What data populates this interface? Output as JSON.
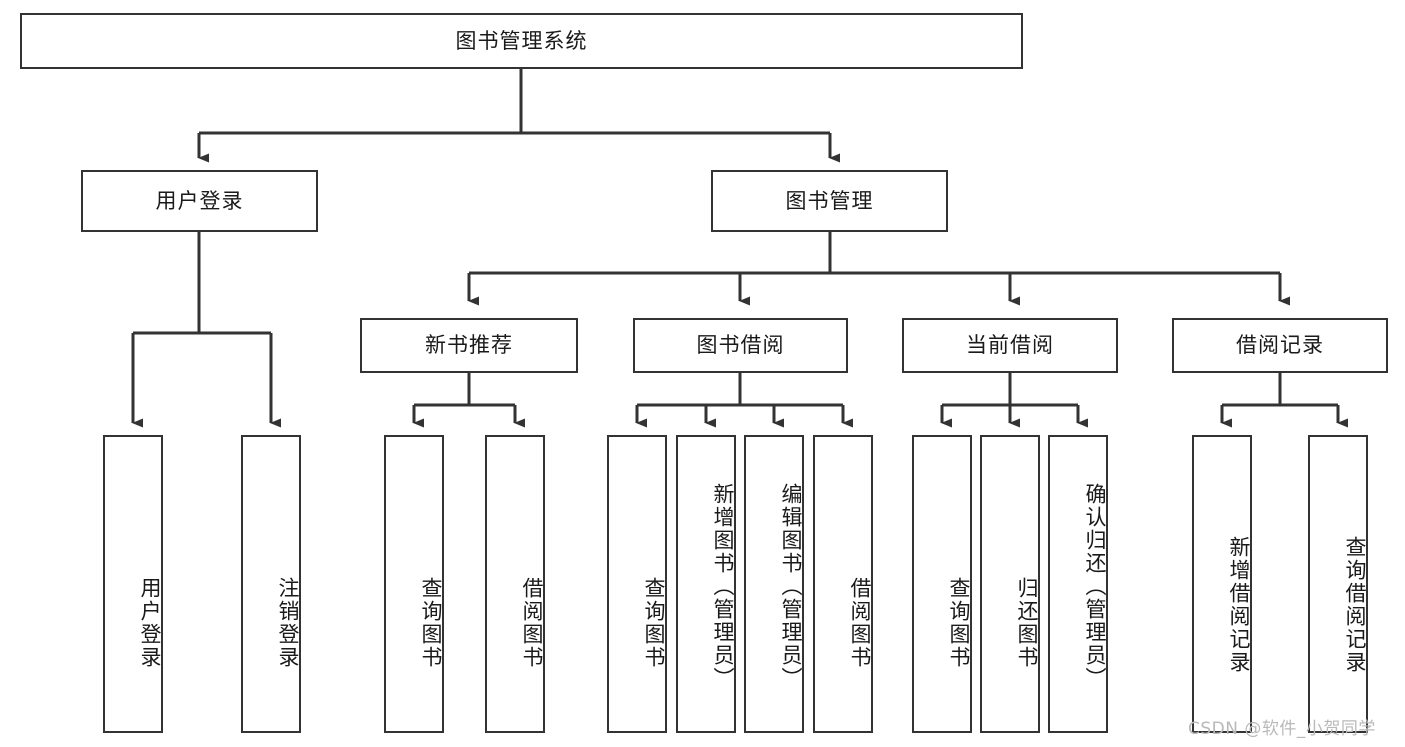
{
  "diagram": {
    "title": "图书管理系统",
    "type": "hierarchy-tree",
    "watermark": "CSDN @软件_小贺同学",
    "colors": {
      "box_border": "#333333",
      "box_fill": "#ffffff",
      "connector": "#333333",
      "text": "#1a1a1a",
      "watermark": "#b9b9b9"
    },
    "nodes": {
      "root": {
        "label": "图书管理系统"
      },
      "level2": [
        {
          "label": "用户登录"
        },
        {
          "label": "图书管理"
        }
      ],
      "level3": [
        {
          "label": "新书推荐"
        },
        {
          "label": "图书借阅"
        },
        {
          "label": "当前借阅"
        },
        {
          "label": "借阅记录"
        }
      ],
      "leaves": [
        {
          "label": "用户登录",
          "parent": "用户登录"
        },
        {
          "label": "注销登录",
          "parent": "用户登录"
        },
        {
          "label": "查询图书",
          "parent": "新书推荐"
        },
        {
          "label": "借阅图书",
          "parent": "新书推荐"
        },
        {
          "label": "查询图书",
          "parent": "图书借阅"
        },
        {
          "label": "新增图书（管理员）",
          "parent": "图书借阅"
        },
        {
          "label": "编辑图书（管理员）",
          "parent": "图书借阅"
        },
        {
          "label": "借阅图书",
          "parent": "图书借阅"
        },
        {
          "label": "查询图书",
          "parent": "当前借阅"
        },
        {
          "label": "归还图书",
          "parent": "当前借阅"
        },
        {
          "label": "确认归还（管理员）",
          "parent": "当前借阅"
        },
        {
          "label": "新增借阅记录",
          "parent": "借阅记录"
        },
        {
          "label": "查询借阅记录",
          "parent": "借阅记录"
        }
      ]
    }
  }
}
